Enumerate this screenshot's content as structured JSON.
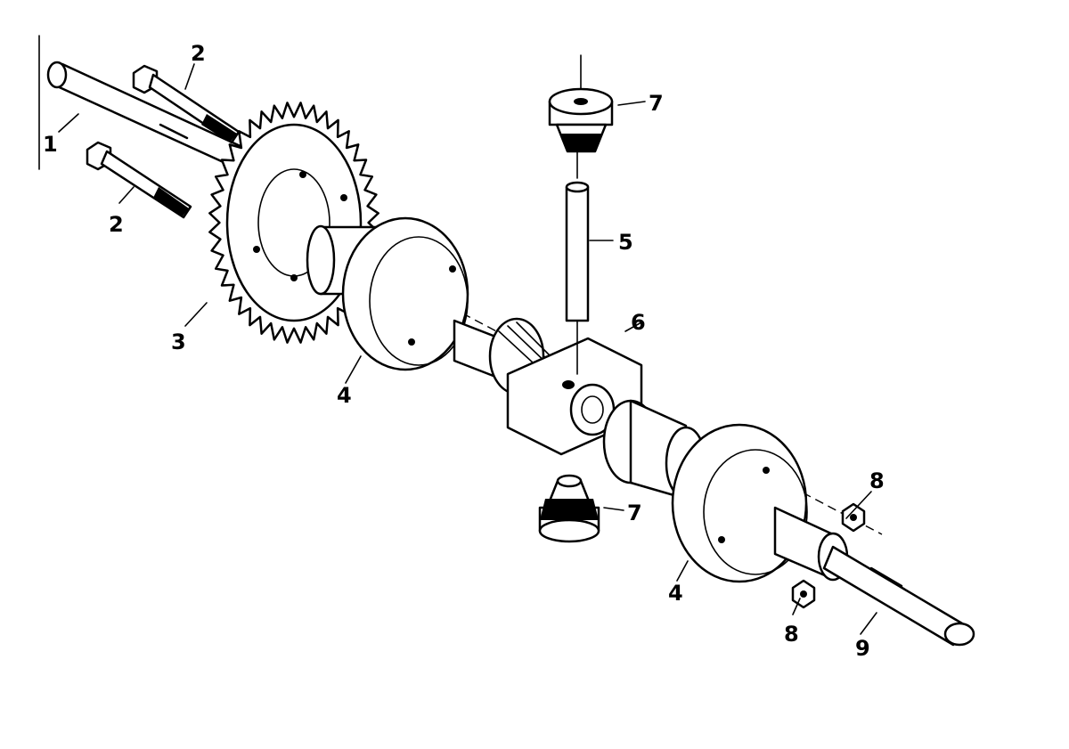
{
  "diagram": {
    "callouts": [
      {
        "id": "c1",
        "text": "1",
        "part": "axle-shaft-left"
      },
      {
        "id": "c2a",
        "text": "2",
        "part": "bolt-upper"
      },
      {
        "id": "c2b",
        "text": "2",
        "part": "bolt-lower"
      },
      {
        "id": "c3",
        "text": "3",
        "part": "sprocket"
      },
      {
        "id": "c4a",
        "text": "4",
        "part": "housing-left"
      },
      {
        "id": "c4b",
        "text": "4",
        "part": "housing-right"
      },
      {
        "id": "c5",
        "text": "5",
        "part": "cross-pin"
      },
      {
        "id": "c6",
        "text": "6",
        "part": "carrier-block"
      },
      {
        "id": "c7a",
        "text": "7",
        "part": "pinion-gear-upper"
      },
      {
        "id": "c7b",
        "text": "7",
        "part": "pinion-gear-lower"
      },
      {
        "id": "c8a",
        "text": "8",
        "part": "nut-upper"
      },
      {
        "id": "c8b",
        "text": "8",
        "part": "nut-lower"
      },
      {
        "id": "c9",
        "text": "9",
        "part": "axle-shaft-right"
      }
    ]
  }
}
